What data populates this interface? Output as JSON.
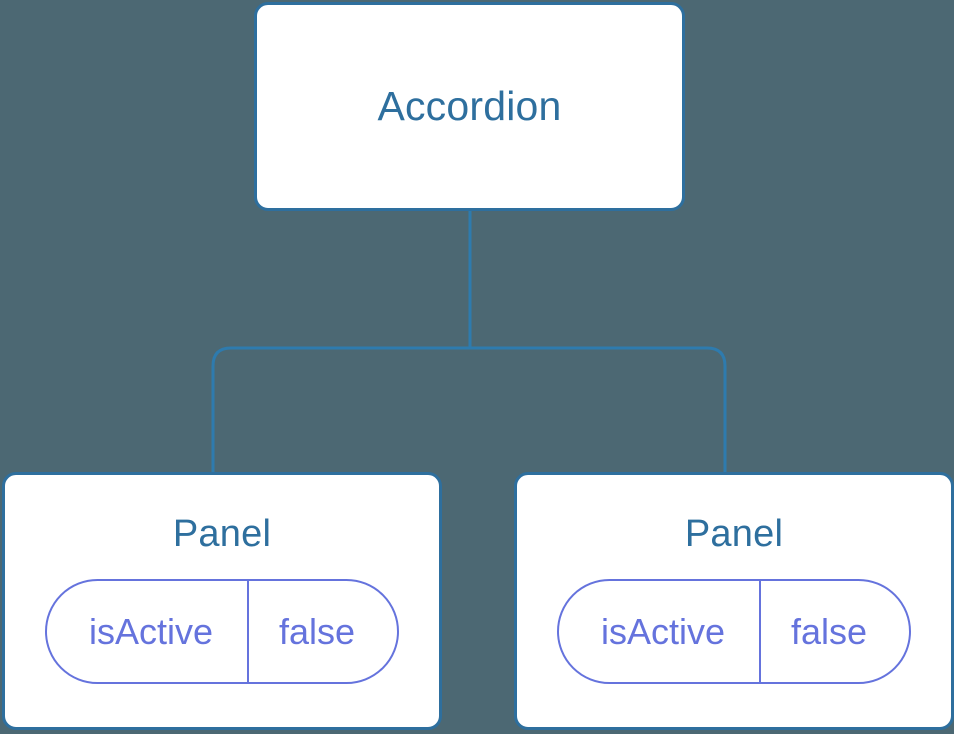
{
  "diagram": {
    "type": "component-tree",
    "background_color": "#4c6873",
    "node_border_color": "#2e6f9e",
    "node_text_color": "#2e6f9e",
    "node_fill_color": "#ffffff",
    "badge_color": "#6573dd",
    "connector_color": "#2e7bae"
  },
  "root": {
    "label": "Accordion"
  },
  "children": [
    {
      "label": "Panel",
      "state": {
        "key": "isActive",
        "value": "false"
      }
    },
    {
      "label": "Panel",
      "state": {
        "key": "isActive",
        "value": "false"
      }
    }
  ]
}
